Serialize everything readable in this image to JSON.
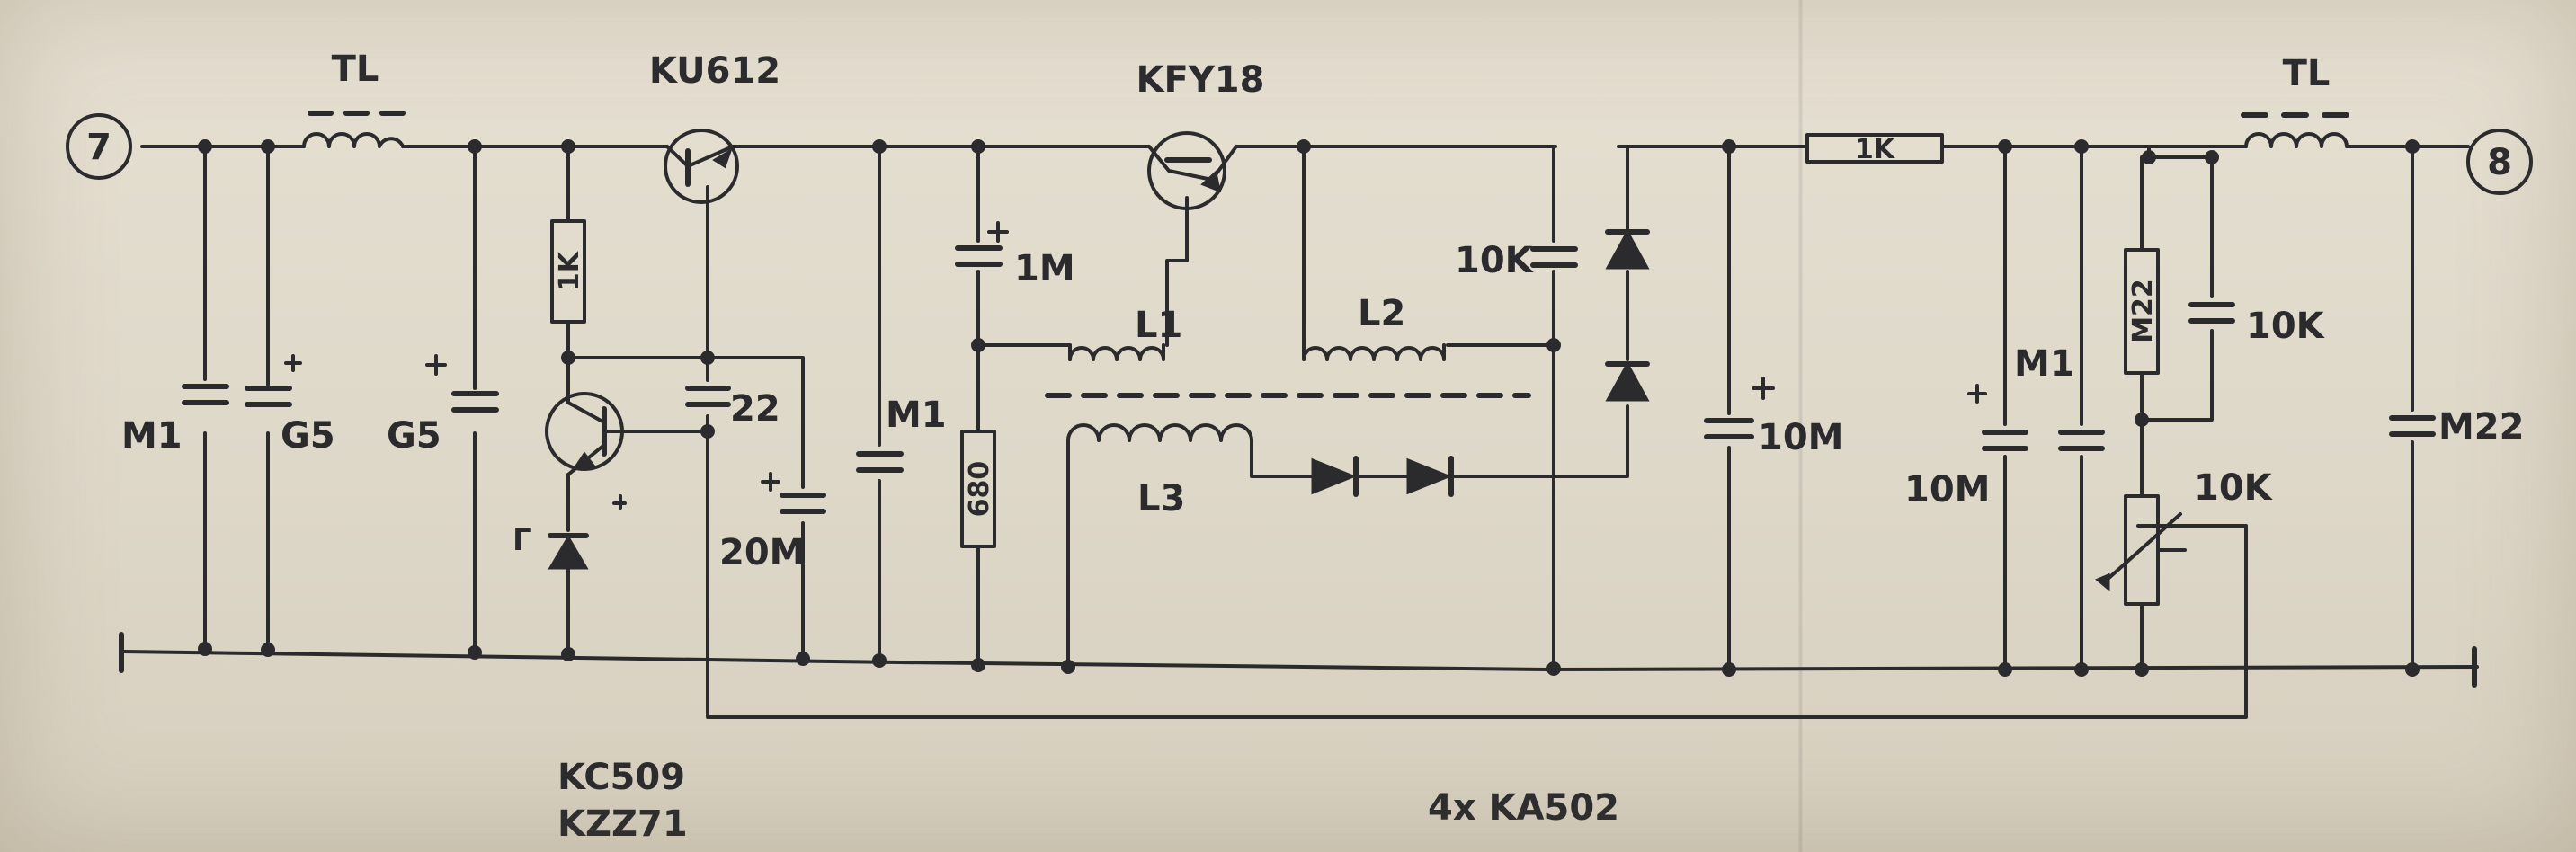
{
  "terminals": {
    "input": "7",
    "output": "8"
  },
  "transistors": {
    "q1": "KU612",
    "q2": "KFY18"
  },
  "chokes": {
    "input": "TL",
    "output": "TL"
  },
  "capacitors": {
    "c1": "M1",
    "c2": "G5",
    "c3": "G5",
    "c4": "22",
    "c5": "20M",
    "c6": "M1",
    "c7": "1M",
    "c8": "10K",
    "c9": "10M",
    "c10": "10M",
    "c11": "M1",
    "c12": "10K",
    "c13": "M22"
  },
  "resistors": {
    "r1": "1K",
    "r2": "680",
    "r3": "1K",
    "r4": "M22",
    "pot": "10K"
  },
  "coils": {
    "l1": "L1",
    "l2": "L2",
    "l3": "L3"
  },
  "parts_note": {
    "line1": "KC509",
    "line2": "KZZ71",
    "diodes": "4x KA502"
  },
  "zener_marker": "Γ",
  "colors": {
    "ink": "#2b2b2e",
    "paper": "#e3ddcf"
  }
}
